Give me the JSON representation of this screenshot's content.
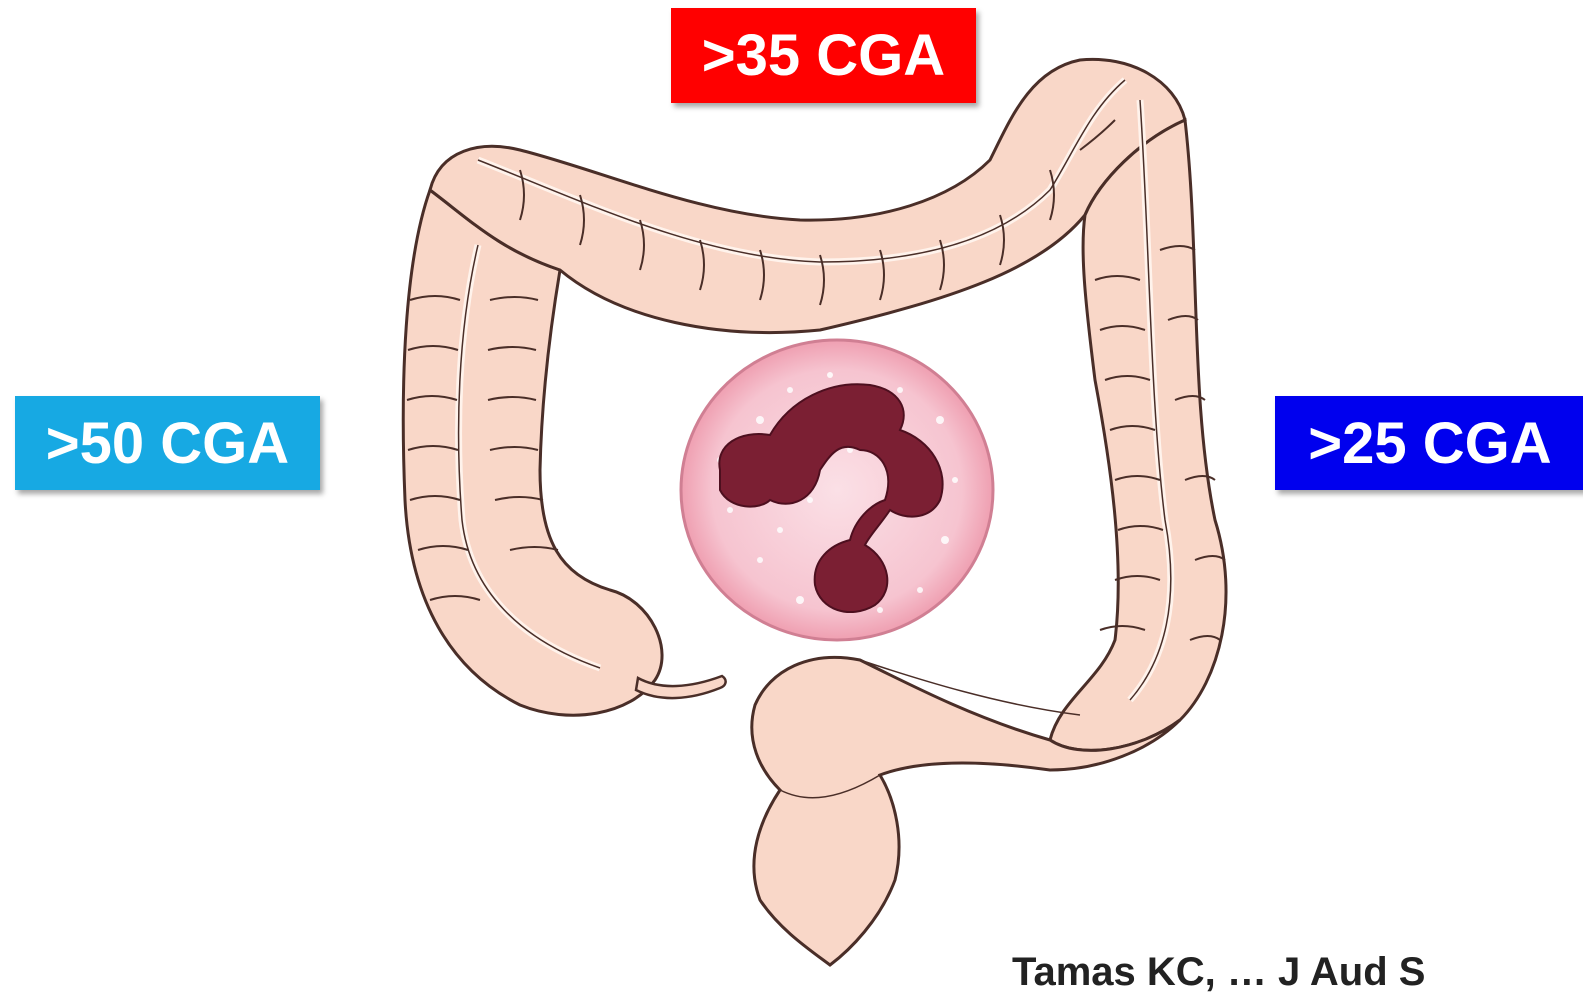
{
  "labels": {
    "top": {
      "text": ">35 CGA",
      "color": "#ff0000"
    },
    "left": {
      "text": ">50 CGA",
      "color": "#17a9e3"
    },
    "right": {
      "text": ">25 CGA",
      "color": "#0000ee"
    }
  },
  "citation": "Tamas KC, … J Aud S",
  "colors": {
    "colon_fill": "#f9d7c8",
    "colon_outline": "#4a2e28",
    "cell_fill": "#f6c6d1",
    "nucleus": "#7b1f33"
  },
  "icons": {
    "colon": "large-intestine-illustration",
    "cell": "neutrophil-illustration"
  }
}
